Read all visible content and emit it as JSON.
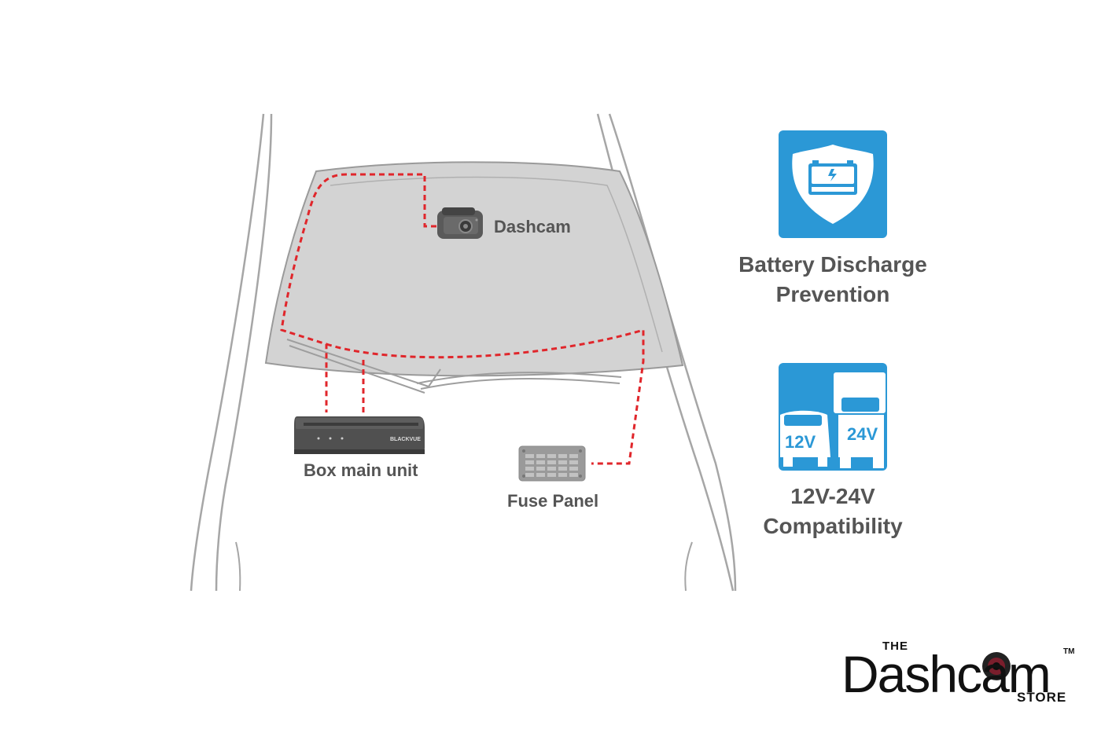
{
  "labels": {
    "dashcam": "Dashcam",
    "box_main_unit": "Box main unit",
    "fuse_panel": "Fuse Panel",
    "box_brand": "BLACKVUE"
  },
  "features": [
    {
      "icon": "battery-shield-icon",
      "line1": "Battery Discharge",
      "line2": "Prevention"
    },
    {
      "icon": "car-truck-voltage-icon",
      "line1": "12V-24V",
      "line2": "Compatibility",
      "badge_left": "12V",
      "badge_right": "24V"
    }
  ],
  "logo": {
    "the": "THE",
    "word": "Dashcam",
    "store": "STORE",
    "tm": "TM"
  },
  "colors": {
    "accent_blue": "#2b98d6",
    "wire_red": "#e0262b",
    "outline_gray": "#9a9a9a",
    "glass_gray": "#d3d3d3"
  }
}
